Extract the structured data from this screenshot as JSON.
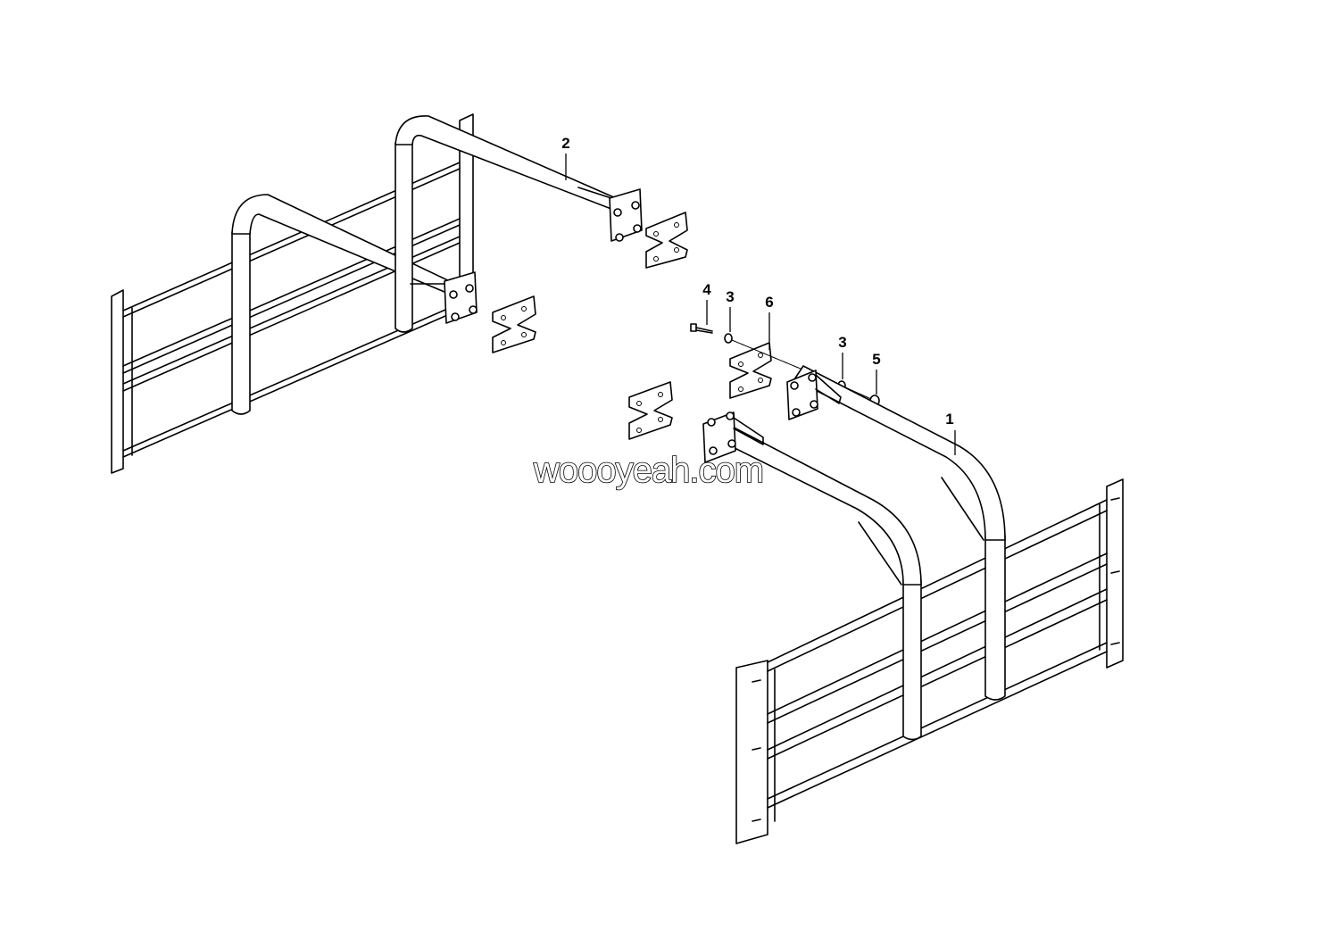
{
  "callouts": [
    {
      "id": "c1",
      "label": "1"
    },
    {
      "id": "c2",
      "label": "2"
    },
    {
      "id": "c3a",
      "label": "3"
    },
    {
      "id": "c3b",
      "label": "3"
    },
    {
      "id": "c4",
      "label": "4"
    },
    {
      "id": "c5",
      "label": "5"
    },
    {
      "id": "c6",
      "label": "6"
    }
  ],
  "watermark": "woooyeah.com"
}
